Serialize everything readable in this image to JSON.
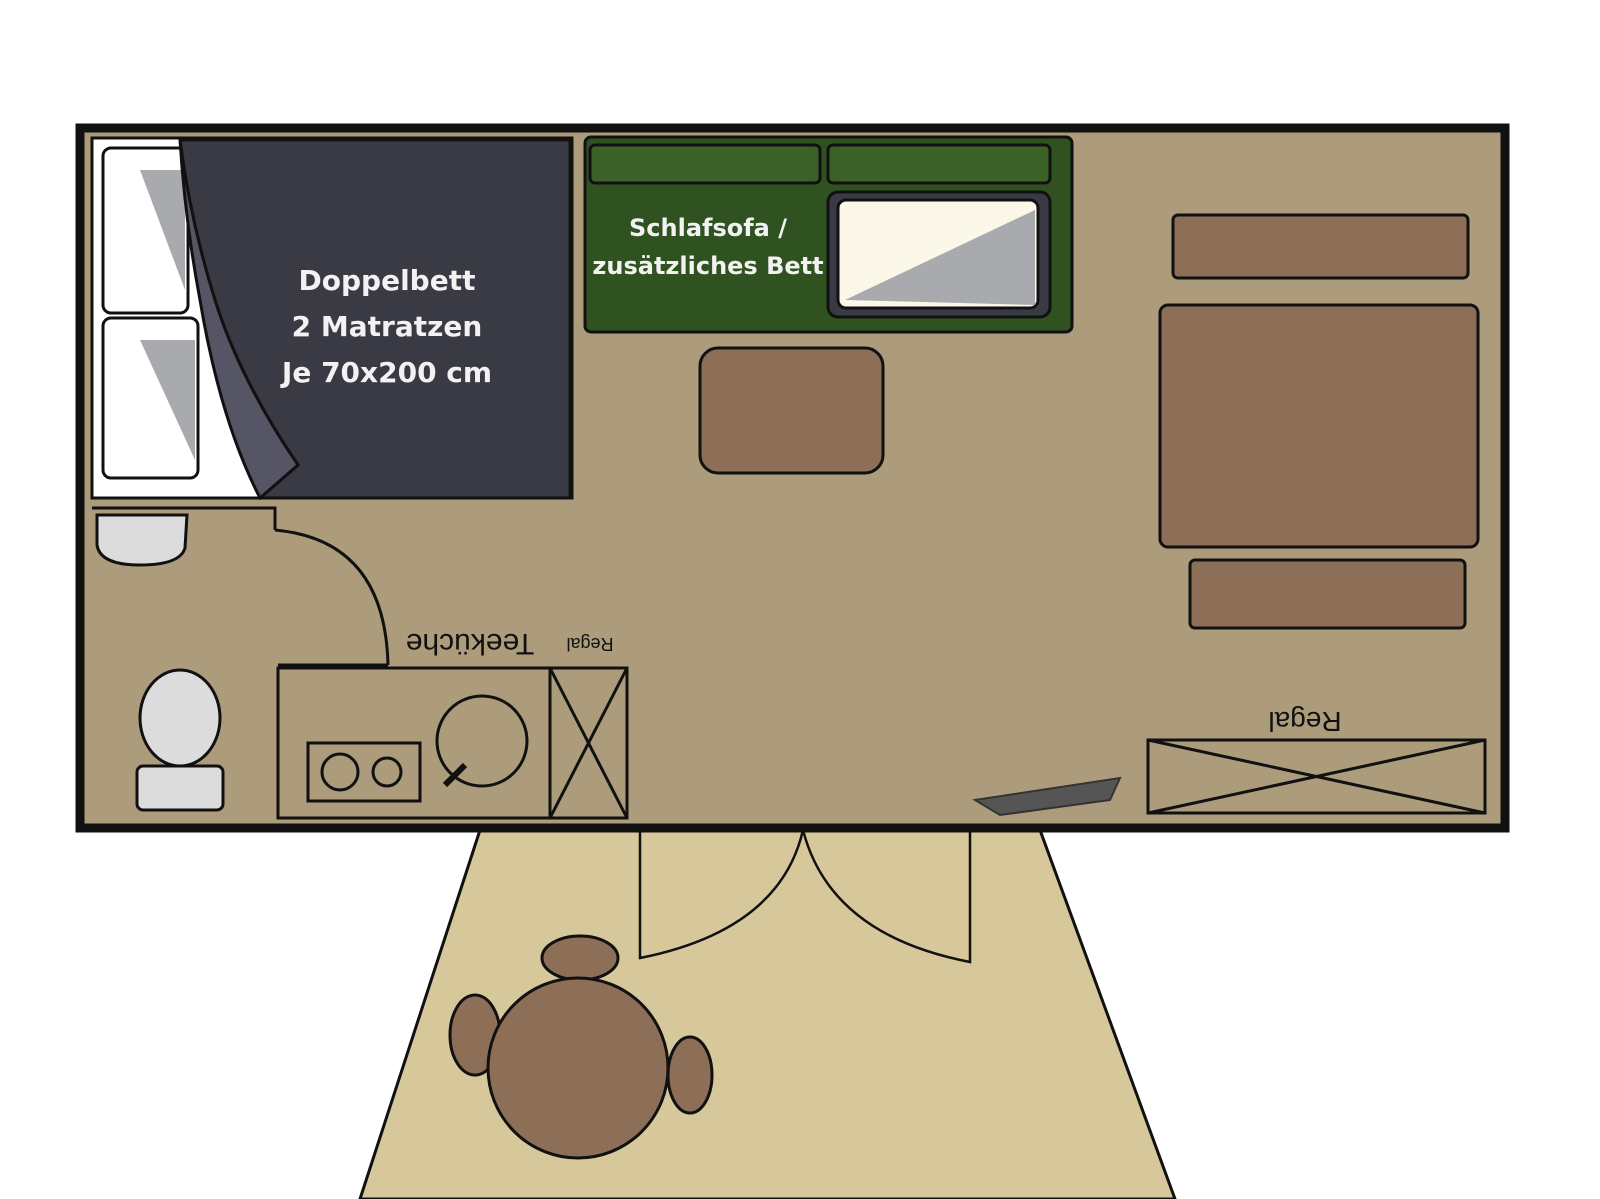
{
  "labels": {
    "double_bed": [
      "Doppelbett",
      "2 Matratzen",
      "Je 70x200 cm"
    ],
    "sofa_bed": [
      "Schlafsofa /",
      "zusätzliches Bett"
    ],
    "tea_kitchen": "Teeküche",
    "kitchen_shelf": "Regal",
    "shelf_right": "Regal"
  },
  "colors": {
    "floor": "#ad9c7c",
    "bed_blanket": "#3a3a45",
    "sofa": "#2f5220",
    "furniture": "#8d6f58",
    "terrace": "#d6c89a",
    "outline": "#111111"
  }
}
